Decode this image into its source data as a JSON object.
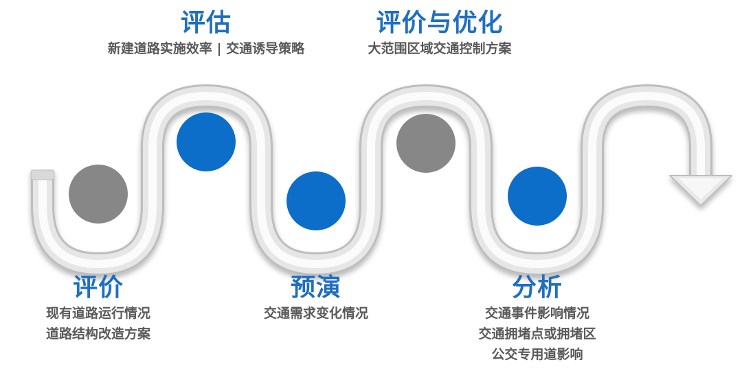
{
  "colors": {
    "blue": "#0d6ec9",
    "gray": "#878787",
    "title_blue": "#1f6fc0",
    "text_gray": "#595959"
  },
  "stages": {
    "top": [
      {
        "title": "评估",
        "lines": [
          "新建道路实施效率 | 交通诱导策略"
        ]
      },
      {
        "title": "评价与优化",
        "lines": [
          "大范围区域交通控制方案"
        ]
      }
    ],
    "bottom": [
      {
        "title": "评价",
        "lines": [
          "现有道路运行情况",
          "道路结构改造方案"
        ]
      },
      {
        "title": "预演",
        "lines": [
          "交通需求变化情况"
        ]
      },
      {
        "title": "分析",
        "lines": [
          "交通事件影响情况",
          "交通拥堵点或拥堵区",
          "公交专用道影响"
        ]
      }
    ]
  },
  "nodes": [
    {
      "color": "gray"
    },
    {
      "color": "blue"
    },
    {
      "color": "blue"
    },
    {
      "color": "gray"
    },
    {
      "color": "blue"
    }
  ]
}
